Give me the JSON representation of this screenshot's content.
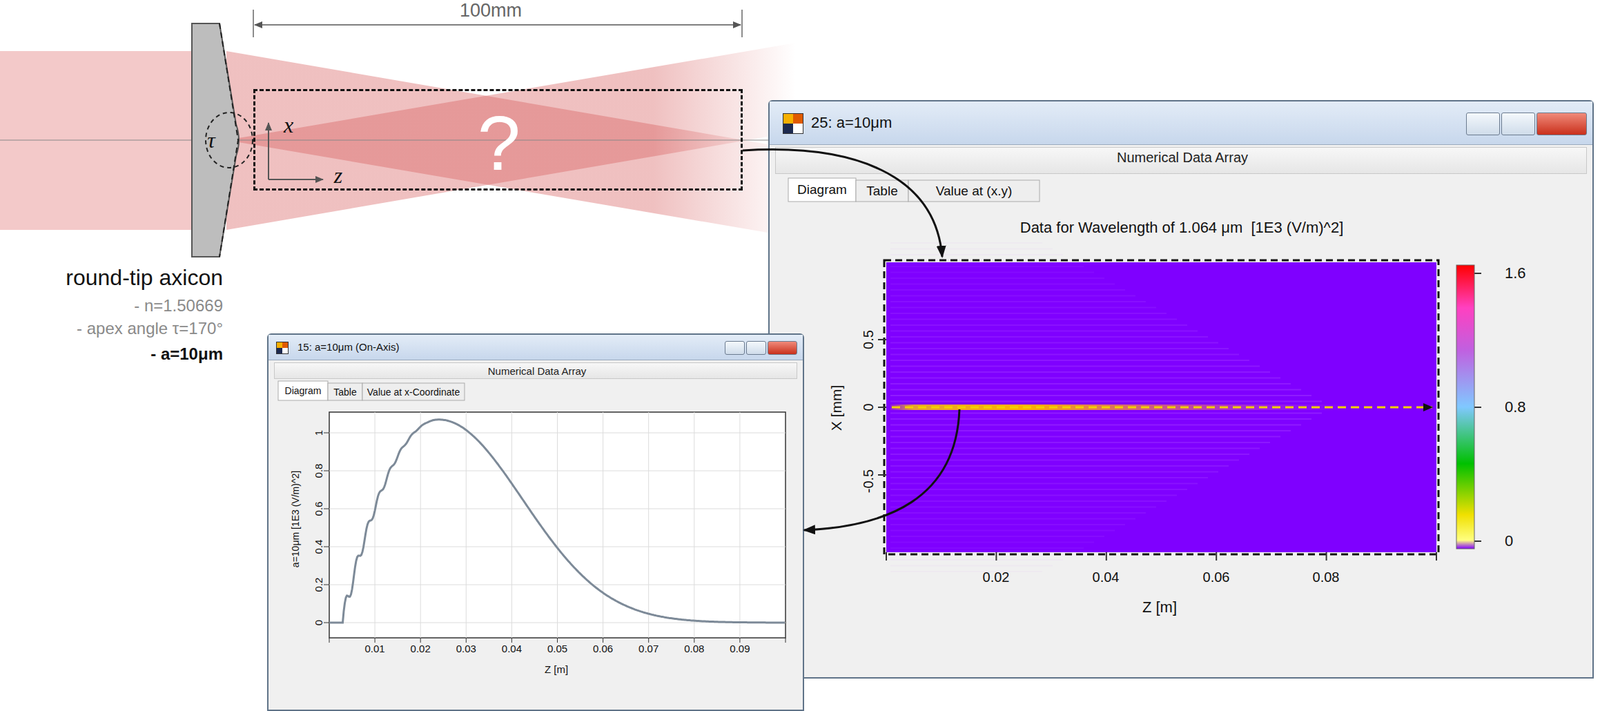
{
  "diagram": {
    "nodes": [
      {
        "text": [
          "?"
        ]
      },
      {
        "text": [
          "25: a=10μm",
          "Numerical Data Array"
        ]
      },
      {
        "text": [
          "15: a=10μm (On-Axis)",
          "Numerical Data Array"
        ]
      }
    ],
    "edges": [
      {
        "from": 0,
        "to": 1,
        "arrow": "to"
      },
      {
        "from": 1,
        "to": 2,
        "arrow": "to"
      }
    ],
    "labels": [
      "100mm",
      "τ",
      "x",
      "z",
      "round-tip axicon",
      "- n=1.50669",
      "- apex angle τ=170°",
      "- a=10μm",
      "Diagram",
      "Table",
      "Value at (x.y)",
      "Data for Wavelength of 1.064 μm  [1E3 (V/m)^2]",
      "0.5",
      "0",
      "-0.5",
      "X [mm]",
      "0.02",
      "0.04",
      "0.06",
      "0.08",
      "Z [m]",
      "1.6",
      "0.8",
      "0",
      "Diagram",
      "Table",
      "Value at x-Coordinate",
      "a=10μm [1E3 (V/m)^2]",
      "1",
      "0.8",
      "0.6",
      "0.4",
      "0.2",
      "0",
      "0.01",
      "0.02",
      "0.03",
      "0.04",
      "0.05",
      "0.06",
      "0.07",
      "0.08",
      "0.09",
      "Z [m]"
    ]
  }
}
